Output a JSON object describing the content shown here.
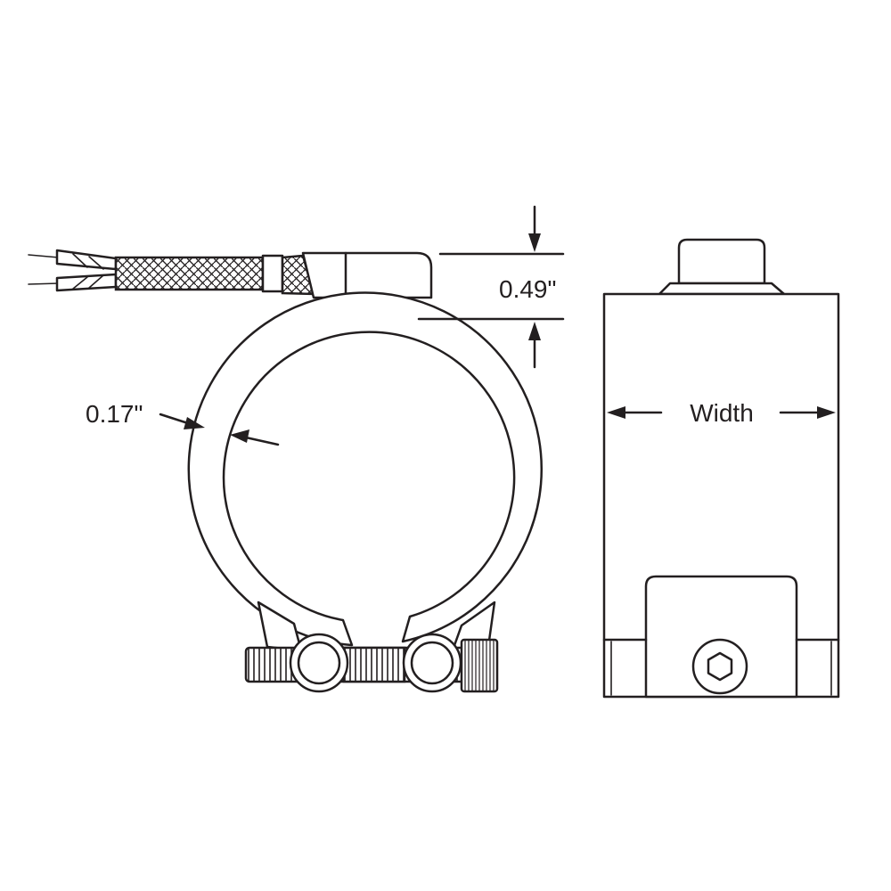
{
  "dimensions": {
    "thickness": "0.17\"",
    "terminal_height": "0.49\"",
    "width": "Width"
  },
  "colors": {
    "line": "#231f20",
    "background": "#ffffff"
  }
}
